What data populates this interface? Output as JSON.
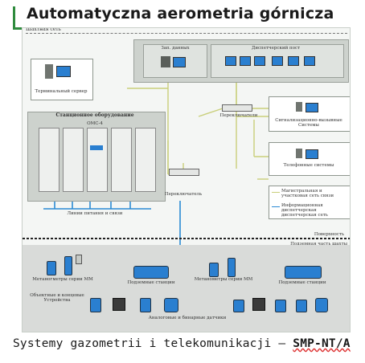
{
  "header": {
    "title": "Automatyczna aerometria górnicza"
  },
  "diagram": {
    "mine_net_label": "Шахтная сеть",
    "data_server_label": "Зап. данных",
    "dispatcher_label": "Диспетчерский пост",
    "terminal_server_label": "Терминальный сервер",
    "station_title": "Станционное оборудование",
    "omc_label": "ОМС-4",
    "switch_top_label": "Переключатели",
    "switch_bottom_label": "Переключатель",
    "alarm_system_label": "Сигнализационно-вызывные Системы",
    "phone_system_label": "Телефонные системы",
    "legend_1": "Магистральная и участковая сеть связи",
    "legend_2": "Информационная диспетчерская диспетчерская сеть",
    "power_lines_label": "Линии питания и связи",
    "surface_label": "Поверхность",
    "underground_label": "Подземная часть шахты",
    "meters_left_label": "Метаногметры серии ММ",
    "substation_left_label": "Подземные станции",
    "meters_center_label": "Метанометры серии ММ",
    "substation_right_label": "Подземные станции",
    "executive_devices_label": "Объектные и концевые Устройства",
    "analog_sensors_label": "Аналоговые и бинарные датчики"
  },
  "footer": {
    "text": "Systemy gazometrii i telekomunikacji – ",
    "brand": "SMP-NT/A"
  }
}
